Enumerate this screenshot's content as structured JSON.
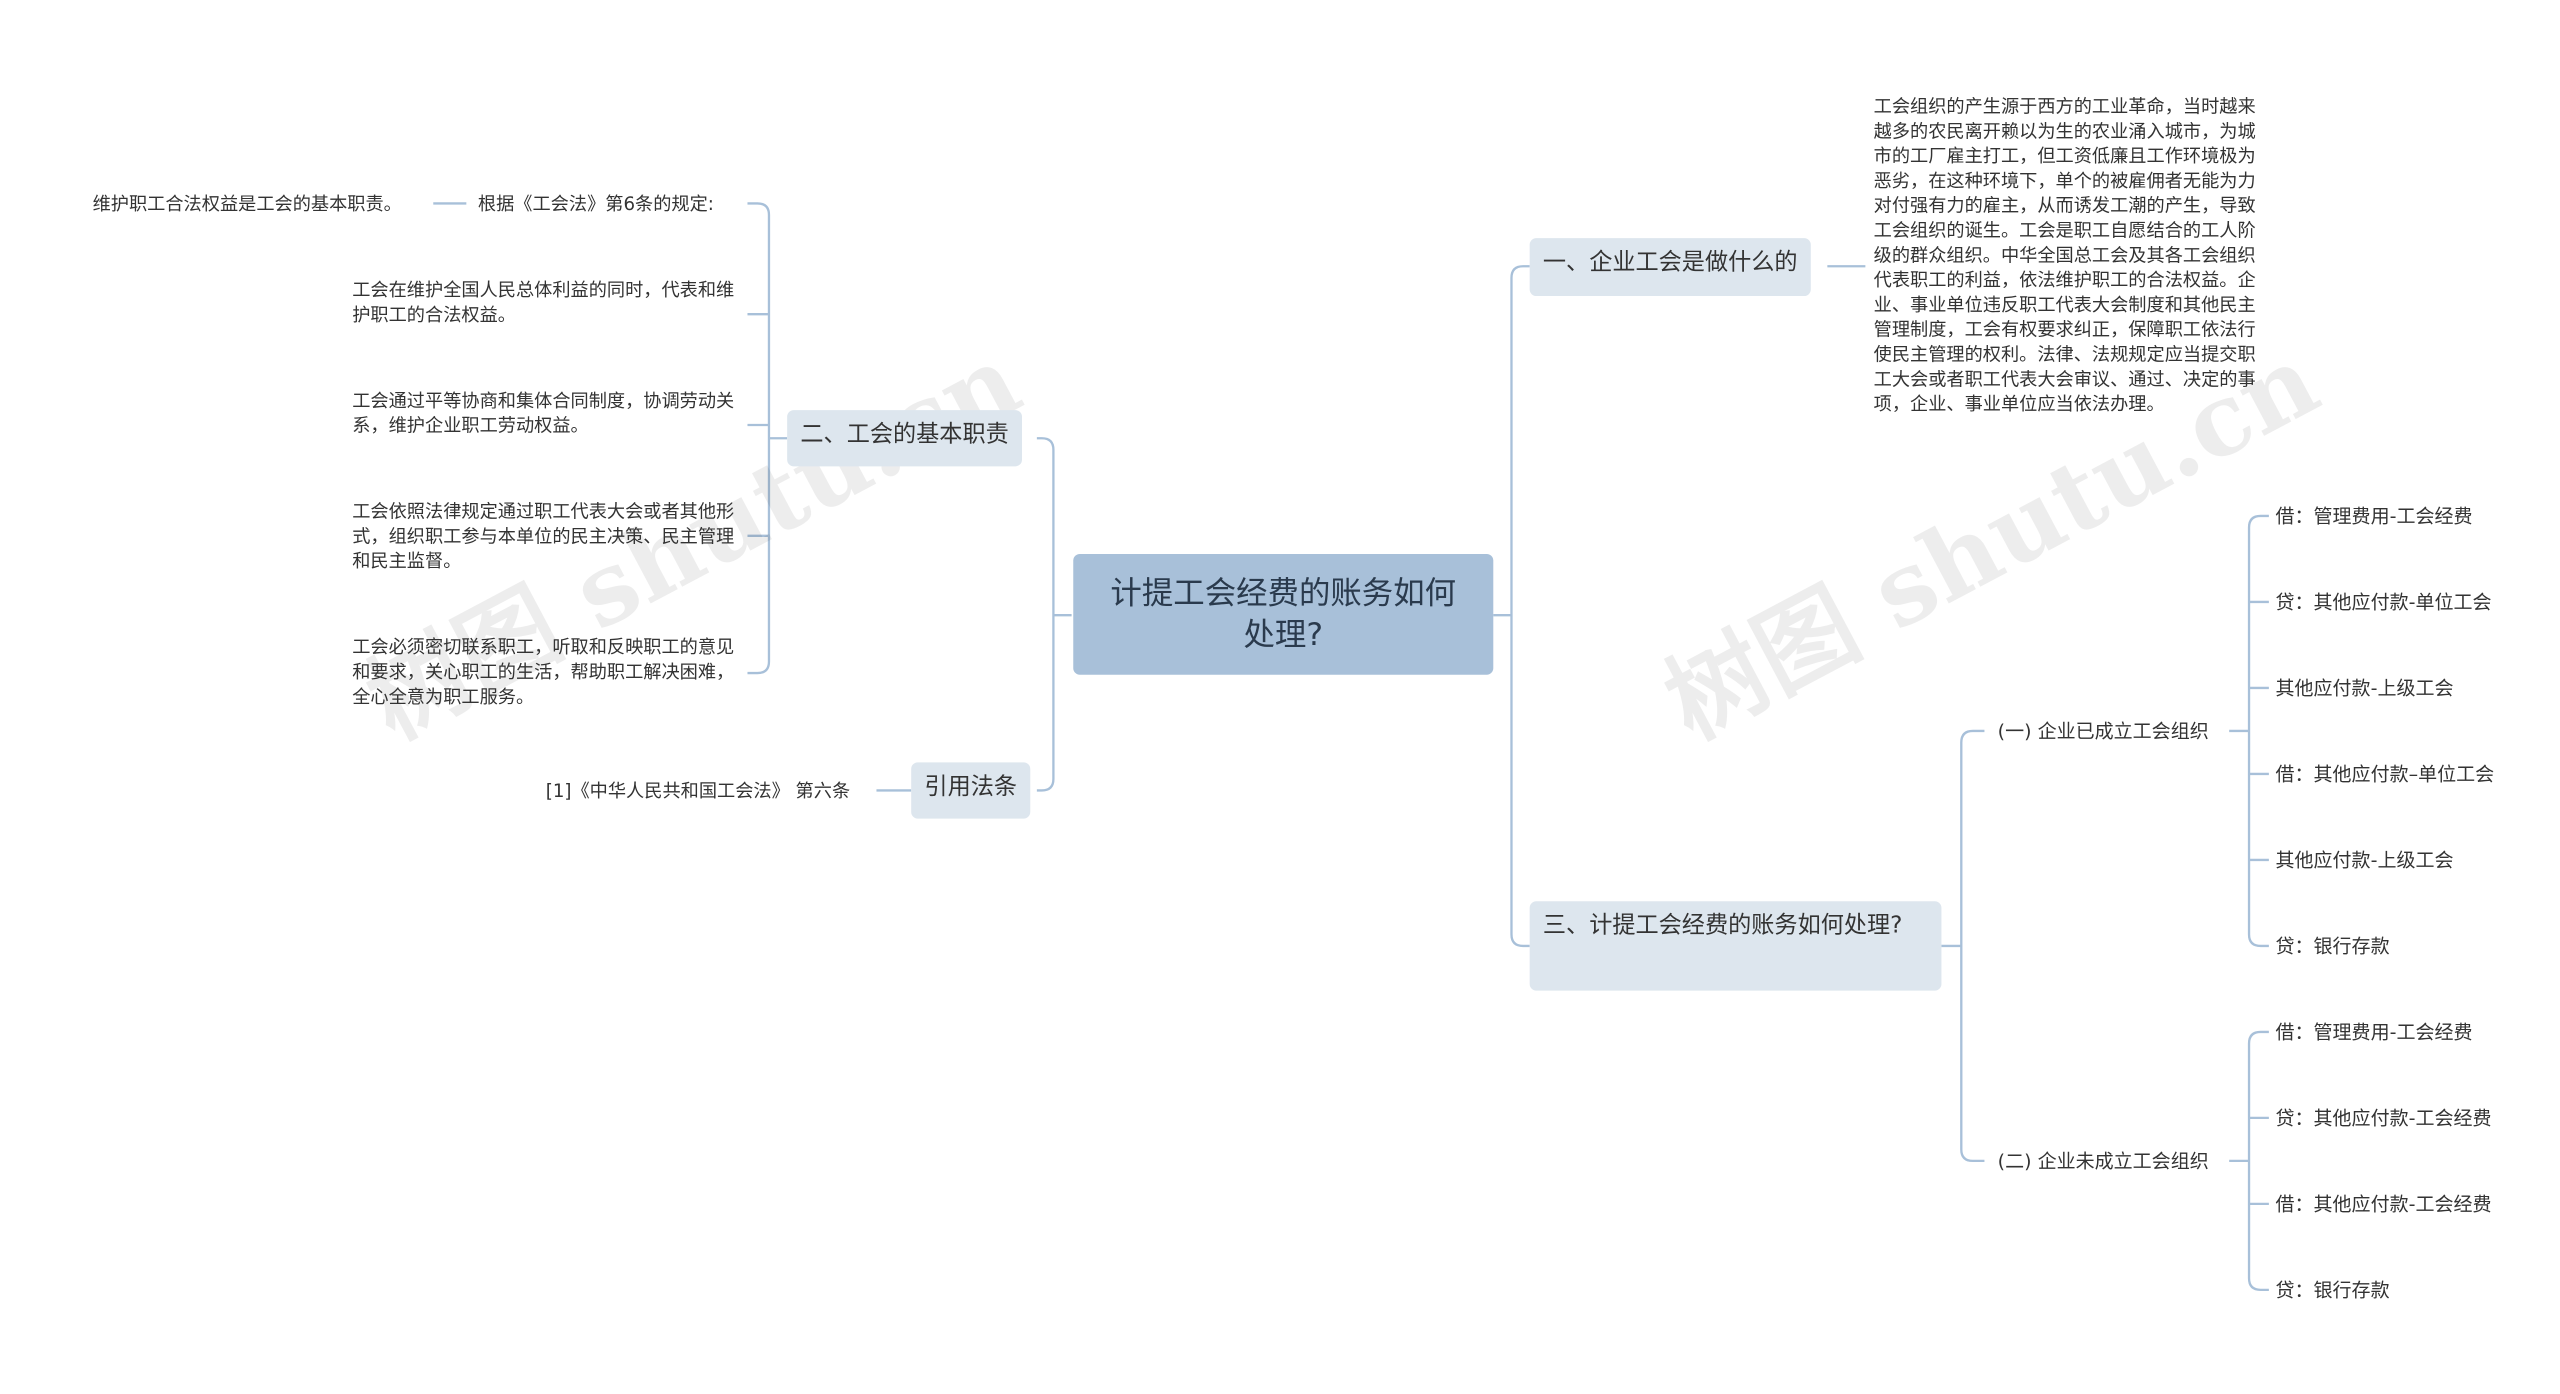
{
  "root": {
    "title": "计提工会经费的账务如何处理?"
  },
  "branch_what": {
    "label": "一、企业工会是做什么的",
    "detail": "工会组织的产生源于西方的工业革命，当时越来越多的农民离开赖以为生的农业涌入城市，为城市的工厂雇主打工，但工资低廉且工作环境极为恶劣，在这种环境下，单个的被雇佣者无能为力对付强有力的雇主，从而诱发工潮的产生，导致工会组织的诞生。工会是职工自愿结合的工人阶级的群众组织。中华全国总工会及其各工会组织代表职工的利益，依法维护职工的合法权益。企业、事业单位违反职工代表大会制度和其他民主管理制度，工会有权要求纠正，保障职工依法行使民主管理的权利。法律、法规规定应当提交职工大会或者职工代表大会审议、通过、决定的事项，企业、事业单位应当依法办理。"
  },
  "branch_duty": {
    "label": "二、工会的基本职责",
    "items": [
      {
        "text": "根据《工会法》第6条的规定:",
        "child": "维护职工合法权益是工会的基本职责。"
      },
      {
        "text": "工会在维护全国人民总体利益的同时，代表和维护职工的合法权益。"
      },
      {
        "text": "工会通过平等协商和集体合同制度，协调劳动关系，维护企业职工劳动权益。"
      },
      {
        "text": "工会依照法律规定通过职工代表大会或者其他形式，组织职工参与本单位的民主决策、民主管理和民主监督。"
      },
      {
        "text": "工会必须密切联系职工，听取和反映职工的意见和要求，关心职工的生活，帮助职工解决困难，全心全意为职工服务。"
      }
    ]
  },
  "branch_law": {
    "label": "引用法条",
    "items": [
      "[1]《中华人民共和国工会法》 第六条"
    ]
  },
  "branch_accounting": {
    "label": "三、计提工会经费的账务如何处理?",
    "groups": [
      {
        "label": "(一) 企业已成立工会组织",
        "entries": [
          "借：管理费用-工会经费",
          "贷：其他应付款-单位工会",
          "其他应付款-上级工会",
          "借：其他应付款–单位工会",
          "其他应付款-上级工会",
          "贷：银行存款"
        ]
      },
      {
        "label": "(二) 企业未成立工会组织",
        "entries": [
          "借：管理费用-工会经费",
          "贷：其他应付款-工会经费",
          "借：其他应付款-工会经费",
          "贷：银行存款"
        ]
      }
    ]
  },
  "watermark": "树图 shutu.cn",
  "colors": {
    "root": "#a8c0d9",
    "branch": "#dde6ee",
    "link": "#a8c0d9",
    "text": "#333333"
  }
}
